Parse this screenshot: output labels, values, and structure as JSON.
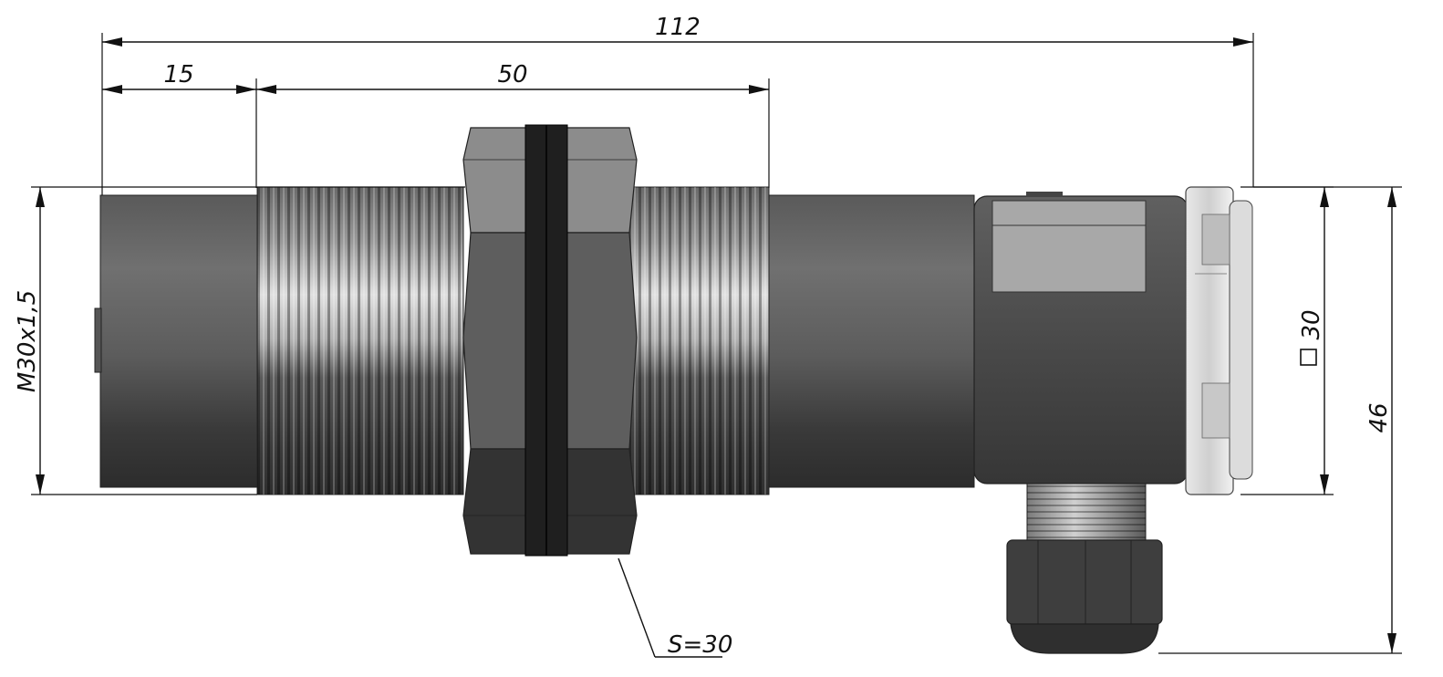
{
  "dimensions": {
    "overall_length": "112",
    "front_length": "15",
    "thread_length": "50",
    "thread_size": "M30x1,5",
    "head_square": "30",
    "total_height": "46",
    "wrench_size": "S=30"
  },
  "symbols": {
    "square_symbol": "square-icon"
  },
  "colors": {
    "body_dark": "#3a3a3a",
    "body_mid": "#6a6a6a",
    "body_light": "#d8d8d8",
    "nut_top": "#8a8a8a",
    "nut_mid": "#5a5a5a",
    "nut_bottom": "#303030",
    "washer": "#1e1e1e",
    "line": "#111111"
  }
}
